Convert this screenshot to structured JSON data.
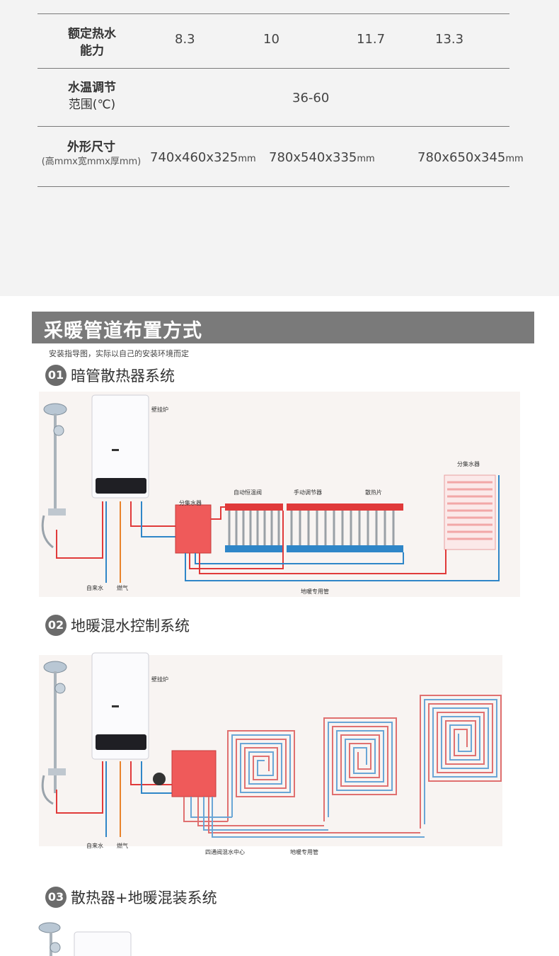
{
  "spec_table": {
    "rows": [
      {
        "label": "额定热水",
        "label2": "能力",
        "cells": [
          "8.3",
          "10",
          "11.7",
          "13.3"
        ]
      },
      {
        "label": "水温调节",
        "label2": "范围(℃)",
        "value": "36-60"
      },
      {
        "label": "外形尺寸",
        "sub": "(高mmx宽mmx厚mm)",
        "cells": [
          {
            "num": "740x460x325",
            "unit": "mm"
          },
          {
            "num": "780x540x335",
            "unit": "mm"
          },
          {
            "num": "780x650x345",
            "unit": "mm"
          }
        ]
      }
    ]
  },
  "section": {
    "title": "采暖管道布置方式",
    "note": "安装指导图，实际以自己的安装环境而定"
  },
  "systems": [
    {
      "num": "01",
      "title": "暗管散热器系统",
      "labels": {
        "boiler": "壁挂炉",
        "manifold": "分集水器",
        "valve_auto": "自动恒温阀",
        "valve_manual": "手动调节器",
        "radiator": "散热片",
        "manifold_right": "分集水器",
        "water": "自来水",
        "gas": "燃气",
        "pipe": "地暖专用管"
      }
    },
    {
      "num": "02",
      "title": "地暖混水控制系统",
      "labels": {
        "boiler": "壁挂炉",
        "water": "自来水",
        "gas": "燃气",
        "mixer": "四通阀混水中心",
        "pipe": "地暖专用管"
      }
    },
    {
      "num": "03",
      "title": "散热器+地暖混装系统"
    }
  ],
  "colors": {
    "hot": "#e03a3a",
    "cold": "#2f86c8",
    "gas": "#e8822a",
    "banner": "#7a7a7a"
  }
}
